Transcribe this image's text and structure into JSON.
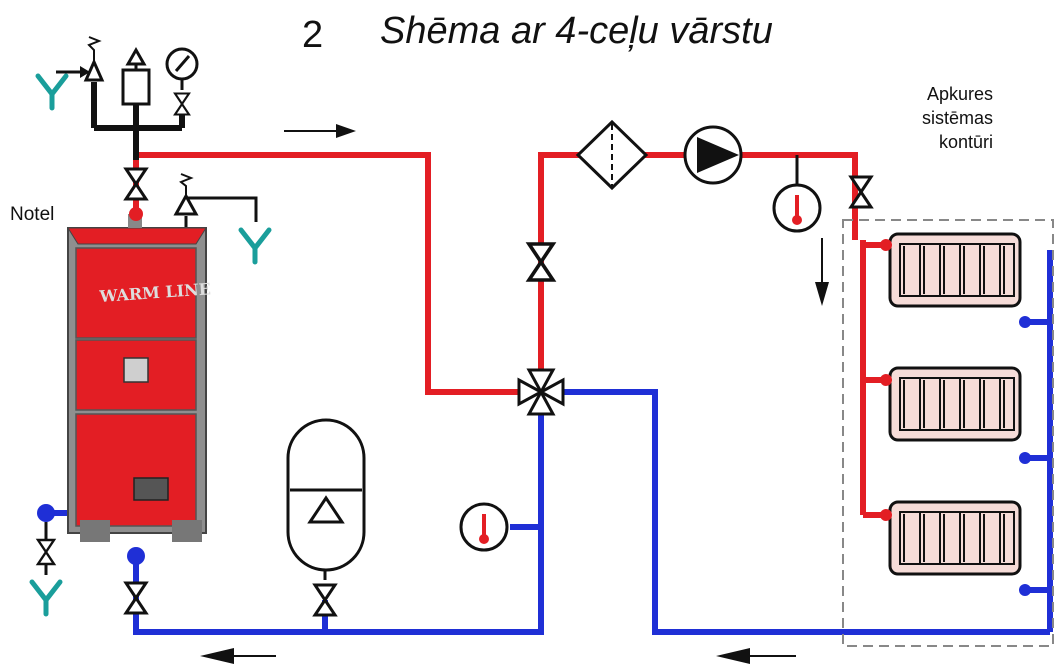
{
  "title": {
    "number": "2",
    "text": "Shēma ar 4-ceļu vārstu"
  },
  "labels": {
    "boiler": "Notel",
    "circuits_line1": "Apkures",
    "circuits_line2": "sistēmas",
    "circuits_line3": "kontūri"
  },
  "boiler_logo": "WARM LINE",
  "colors": {
    "supply_pipe": "#e31e24",
    "return_pipe": "#1f2fd6",
    "safety_group": "#111111",
    "drain": "#1a9e9b",
    "boiler_body": "#e31e24",
    "radiator_fill": "#f6dcd8"
  },
  "icons": [
    "safety-valve-icon",
    "air-vent-icon",
    "pressure-gauge-icon",
    "valve-icon",
    "filter-icon",
    "pump-icon",
    "thermometer-icon",
    "four-way-valve-icon",
    "expansion-vessel-icon",
    "radiator-icon",
    "drain-icon",
    "flow-arrow-icon"
  ]
}
